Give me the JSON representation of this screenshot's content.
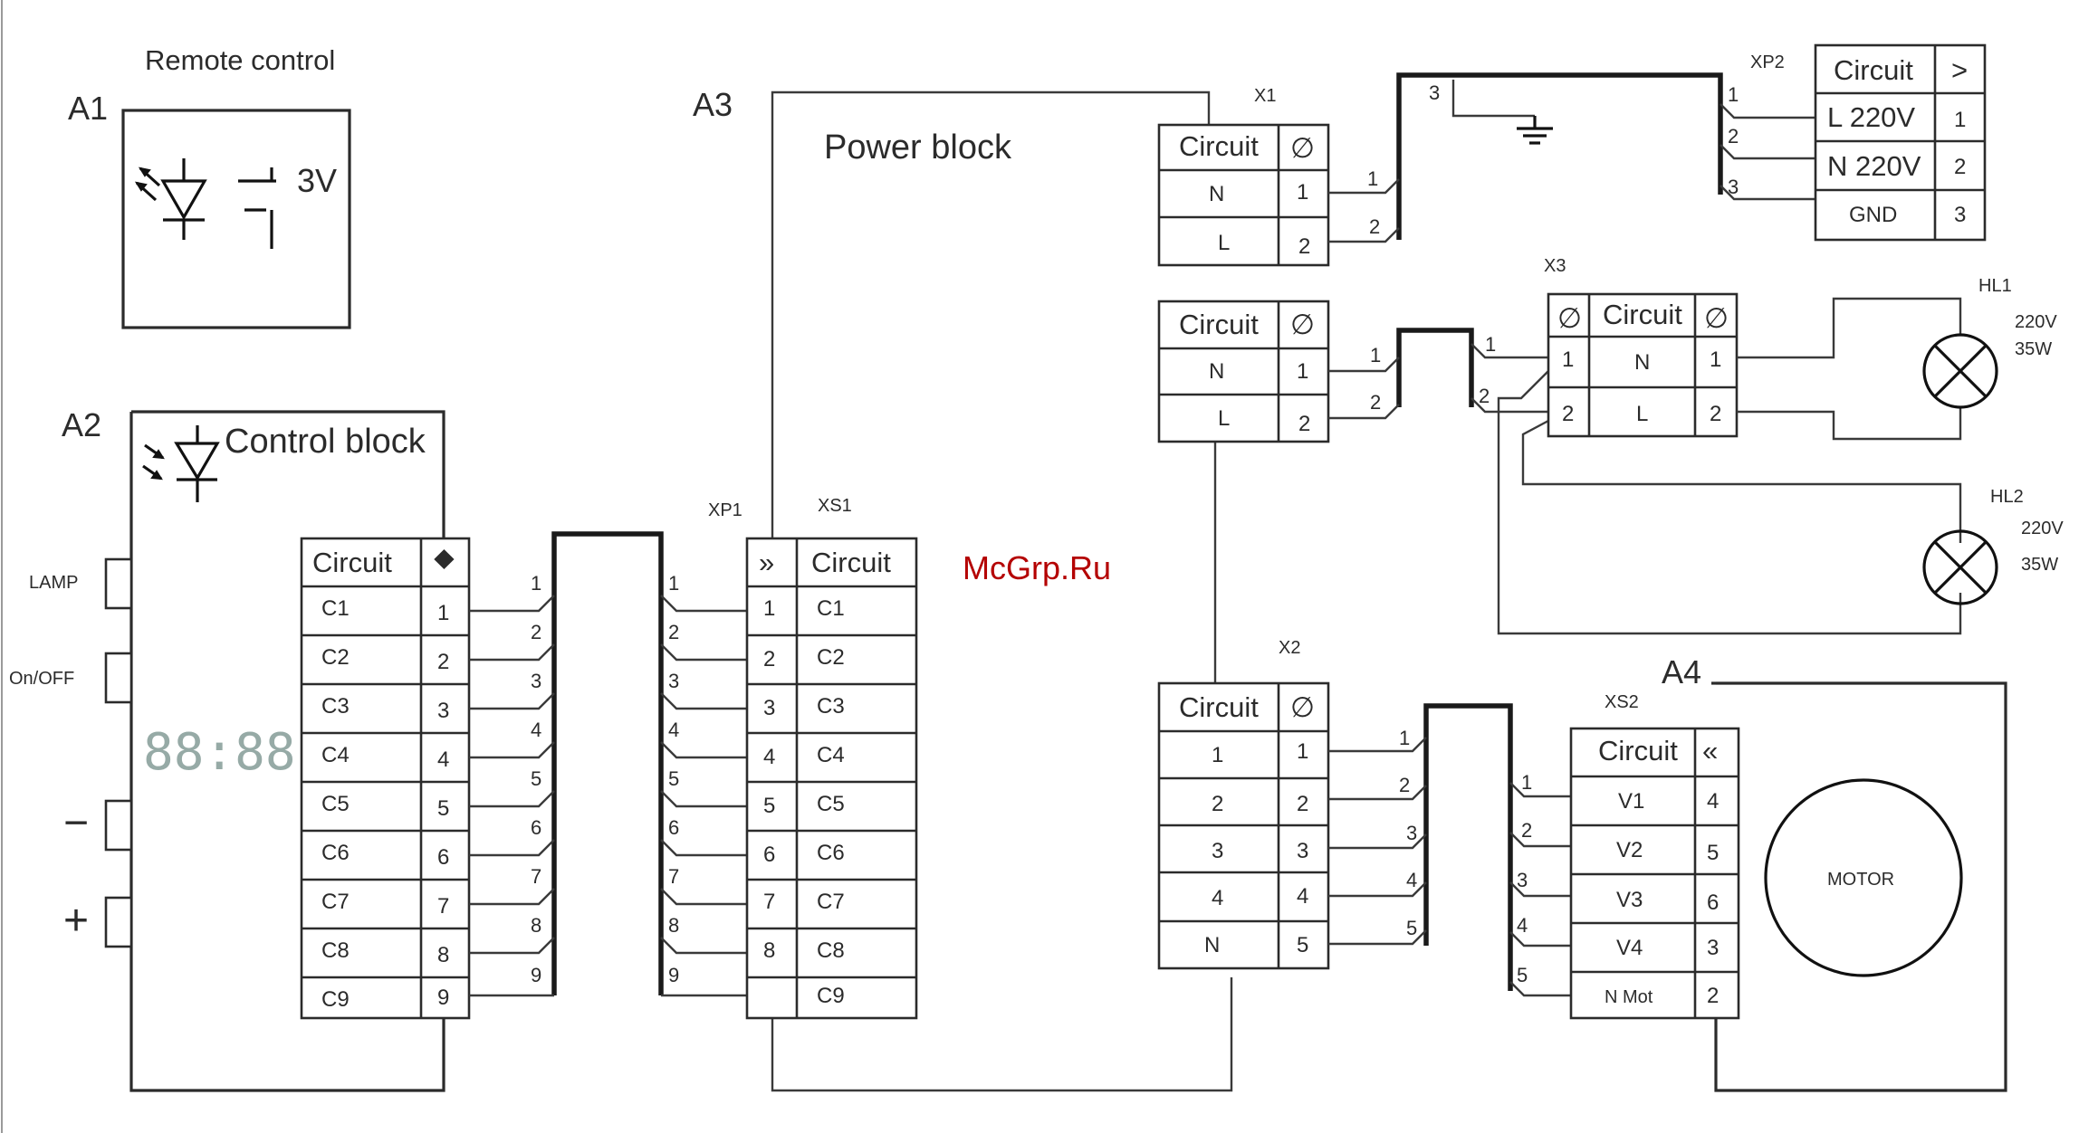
{
  "watermark": "McGrp.Ru",
  "blocks": {
    "a1": {
      "ref": "A1",
      "title": "Remote control",
      "battery": "3V"
    },
    "a2": {
      "ref": "A2",
      "title": "Control block",
      "display": "88:88",
      "buttons": [
        "LAMP",
        "On/OFF",
        "−",
        "+"
      ],
      "connector": {
        "header": [
          "Circuit",
          "⯁"
        ],
        "rows": [
          [
            "C1",
            "1"
          ],
          [
            "C2",
            "2"
          ],
          [
            "C3",
            "3"
          ],
          [
            "C4",
            "4"
          ],
          [
            "C5",
            "5"
          ],
          [
            "C6",
            "6"
          ],
          [
            "C7",
            "7"
          ],
          [
            "C8",
            "8"
          ],
          [
            "C9",
            "9"
          ]
        ]
      },
      "wires": [
        "1",
        "2",
        "3",
        "4",
        "5",
        "6",
        "7",
        "8",
        "9"
      ]
    },
    "a3": {
      "ref": "A3",
      "title": "Power block",
      "xp1": {
        "label": "XP1",
        "wires": [
          "1",
          "2",
          "3",
          "4",
          "5",
          "6",
          "7",
          "8",
          "9"
        ],
        "header": "»",
        "pins": [
          "1",
          "2",
          "3",
          "4",
          "5",
          "6",
          "7",
          "8",
          ""
        ]
      },
      "xs1": {
        "label": "XS1",
        "header": "Circuit",
        "circuits": [
          "C1",
          "C2",
          "C3",
          "C4",
          "C5",
          "C6",
          "C7",
          "C8",
          "C9"
        ]
      },
      "x1": {
        "label": "X1",
        "header": [
          "Circuit",
          "∅"
        ],
        "rows": [
          [
            "N",
            "1"
          ],
          [
            "L",
            "2"
          ]
        ],
        "wires": [
          "1",
          "2"
        ]
      },
      "x_lamps": {
        "header": [
          "Circuit",
          "∅"
        ],
        "rows": [
          [
            "N",
            "1"
          ],
          [
            "L",
            "2"
          ]
        ],
        "wires": [
          "1",
          "2"
        ]
      },
      "x2": {
        "label": "X2",
        "header": [
          "Circuit",
          "∅"
        ],
        "rows": [
          [
            "1",
            "1"
          ],
          [
            "2",
            "2"
          ],
          [
            "3",
            "3"
          ],
          [
            "4",
            "4"
          ],
          [
            "N",
            "5"
          ]
        ],
        "wires": [
          "1",
          "2",
          "3",
          "4",
          "5"
        ]
      }
    },
    "mains": {
      "ground_wire": "3",
      "xp2": {
        "label": "XP2",
        "wires": [
          "1",
          "2",
          "3"
        ],
        "header": [
          "Circuit",
          ">"
        ],
        "rows": [
          [
            "L 220V",
            "1"
          ],
          [
            "N 220V",
            "2"
          ],
          [
            "GND",
            "3"
          ]
        ]
      }
    },
    "x3": {
      "label": "X3",
      "wires": [
        "1",
        "2"
      ],
      "header": [
        "∅",
        "Circuit",
        "∅"
      ],
      "rows": [
        [
          "1",
          "N",
          "1"
        ],
        [
          "2",
          "L",
          "2"
        ]
      ]
    },
    "hl1": {
      "label": "HL1",
      "rating": [
        "220V",
        "35W"
      ]
    },
    "hl2": {
      "label": "HL2",
      "rating": [
        "220V",
        "35W"
      ]
    },
    "a4": {
      "ref": "A4",
      "motor": "MOTOR",
      "xs2": {
        "label": "XS2",
        "wires": [
          "1",
          "2",
          "3",
          "4",
          "5"
        ],
        "header": [
          "Circuit",
          "«"
        ],
        "rows": [
          [
            "V1",
            "4"
          ],
          [
            "V2",
            "5"
          ],
          [
            "V3",
            "6"
          ],
          [
            "V4",
            "3"
          ],
          [
            "N Mot",
            "2"
          ]
        ]
      }
    }
  }
}
